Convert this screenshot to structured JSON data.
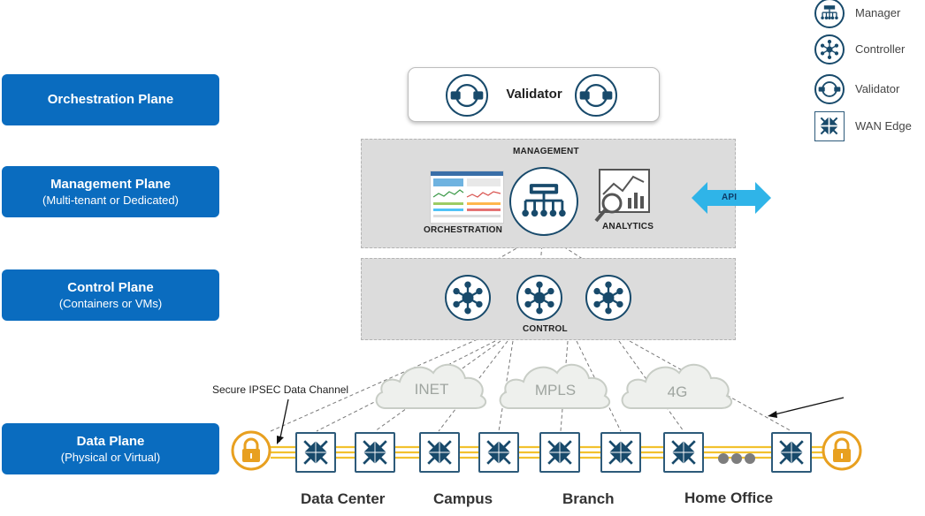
{
  "planes": {
    "orchestration": {
      "title": "Orchestration Plane",
      "subtitle": ""
    },
    "management": {
      "title": "Management Plane",
      "subtitle": "(Multi-tenant or Dedicated)"
    },
    "control": {
      "title": "Control Plane",
      "subtitle": "(Containers or VMs)"
    },
    "data": {
      "title": "Data Plane",
      "subtitle": "(Physical or Virtual)"
    }
  },
  "validator_box": {
    "label": "Validator"
  },
  "management_panel": {
    "heading": "MANAGEMENT",
    "orchestration_label": "ORCHESTRATION",
    "analytics_label": "ANALYTICS",
    "api_label": "API"
  },
  "control_panel": {
    "label": "CONTROL"
  },
  "clouds": [
    {
      "label": "INET"
    },
    {
      "label": "MPLS"
    },
    {
      "label": "4G"
    }
  ],
  "data_channel_caption": "Secure IPSEC Data Channel",
  "sites": [
    {
      "label": "Data Center"
    },
    {
      "label": "Campus"
    },
    {
      "label": "Branch"
    },
    {
      "label": "Home Office"
    }
  ],
  "legend": [
    {
      "label": "Manager",
      "icon": "manager-icon"
    },
    {
      "label": "Controller",
      "icon": "controller-icon"
    },
    {
      "label": "Validator",
      "icon": "validator-icon"
    },
    {
      "label": "WAN Edge",
      "icon": "wan-edge-icon"
    }
  ],
  "colors": {
    "plane_blue": "#0a6cbf",
    "icon_navy": "#184a6b",
    "panel_gray": "#dcdcdc",
    "api_arrow": "#2fb4e8",
    "lock_orange": "#e8a020",
    "transport_yellow": "#f2c12e"
  }
}
